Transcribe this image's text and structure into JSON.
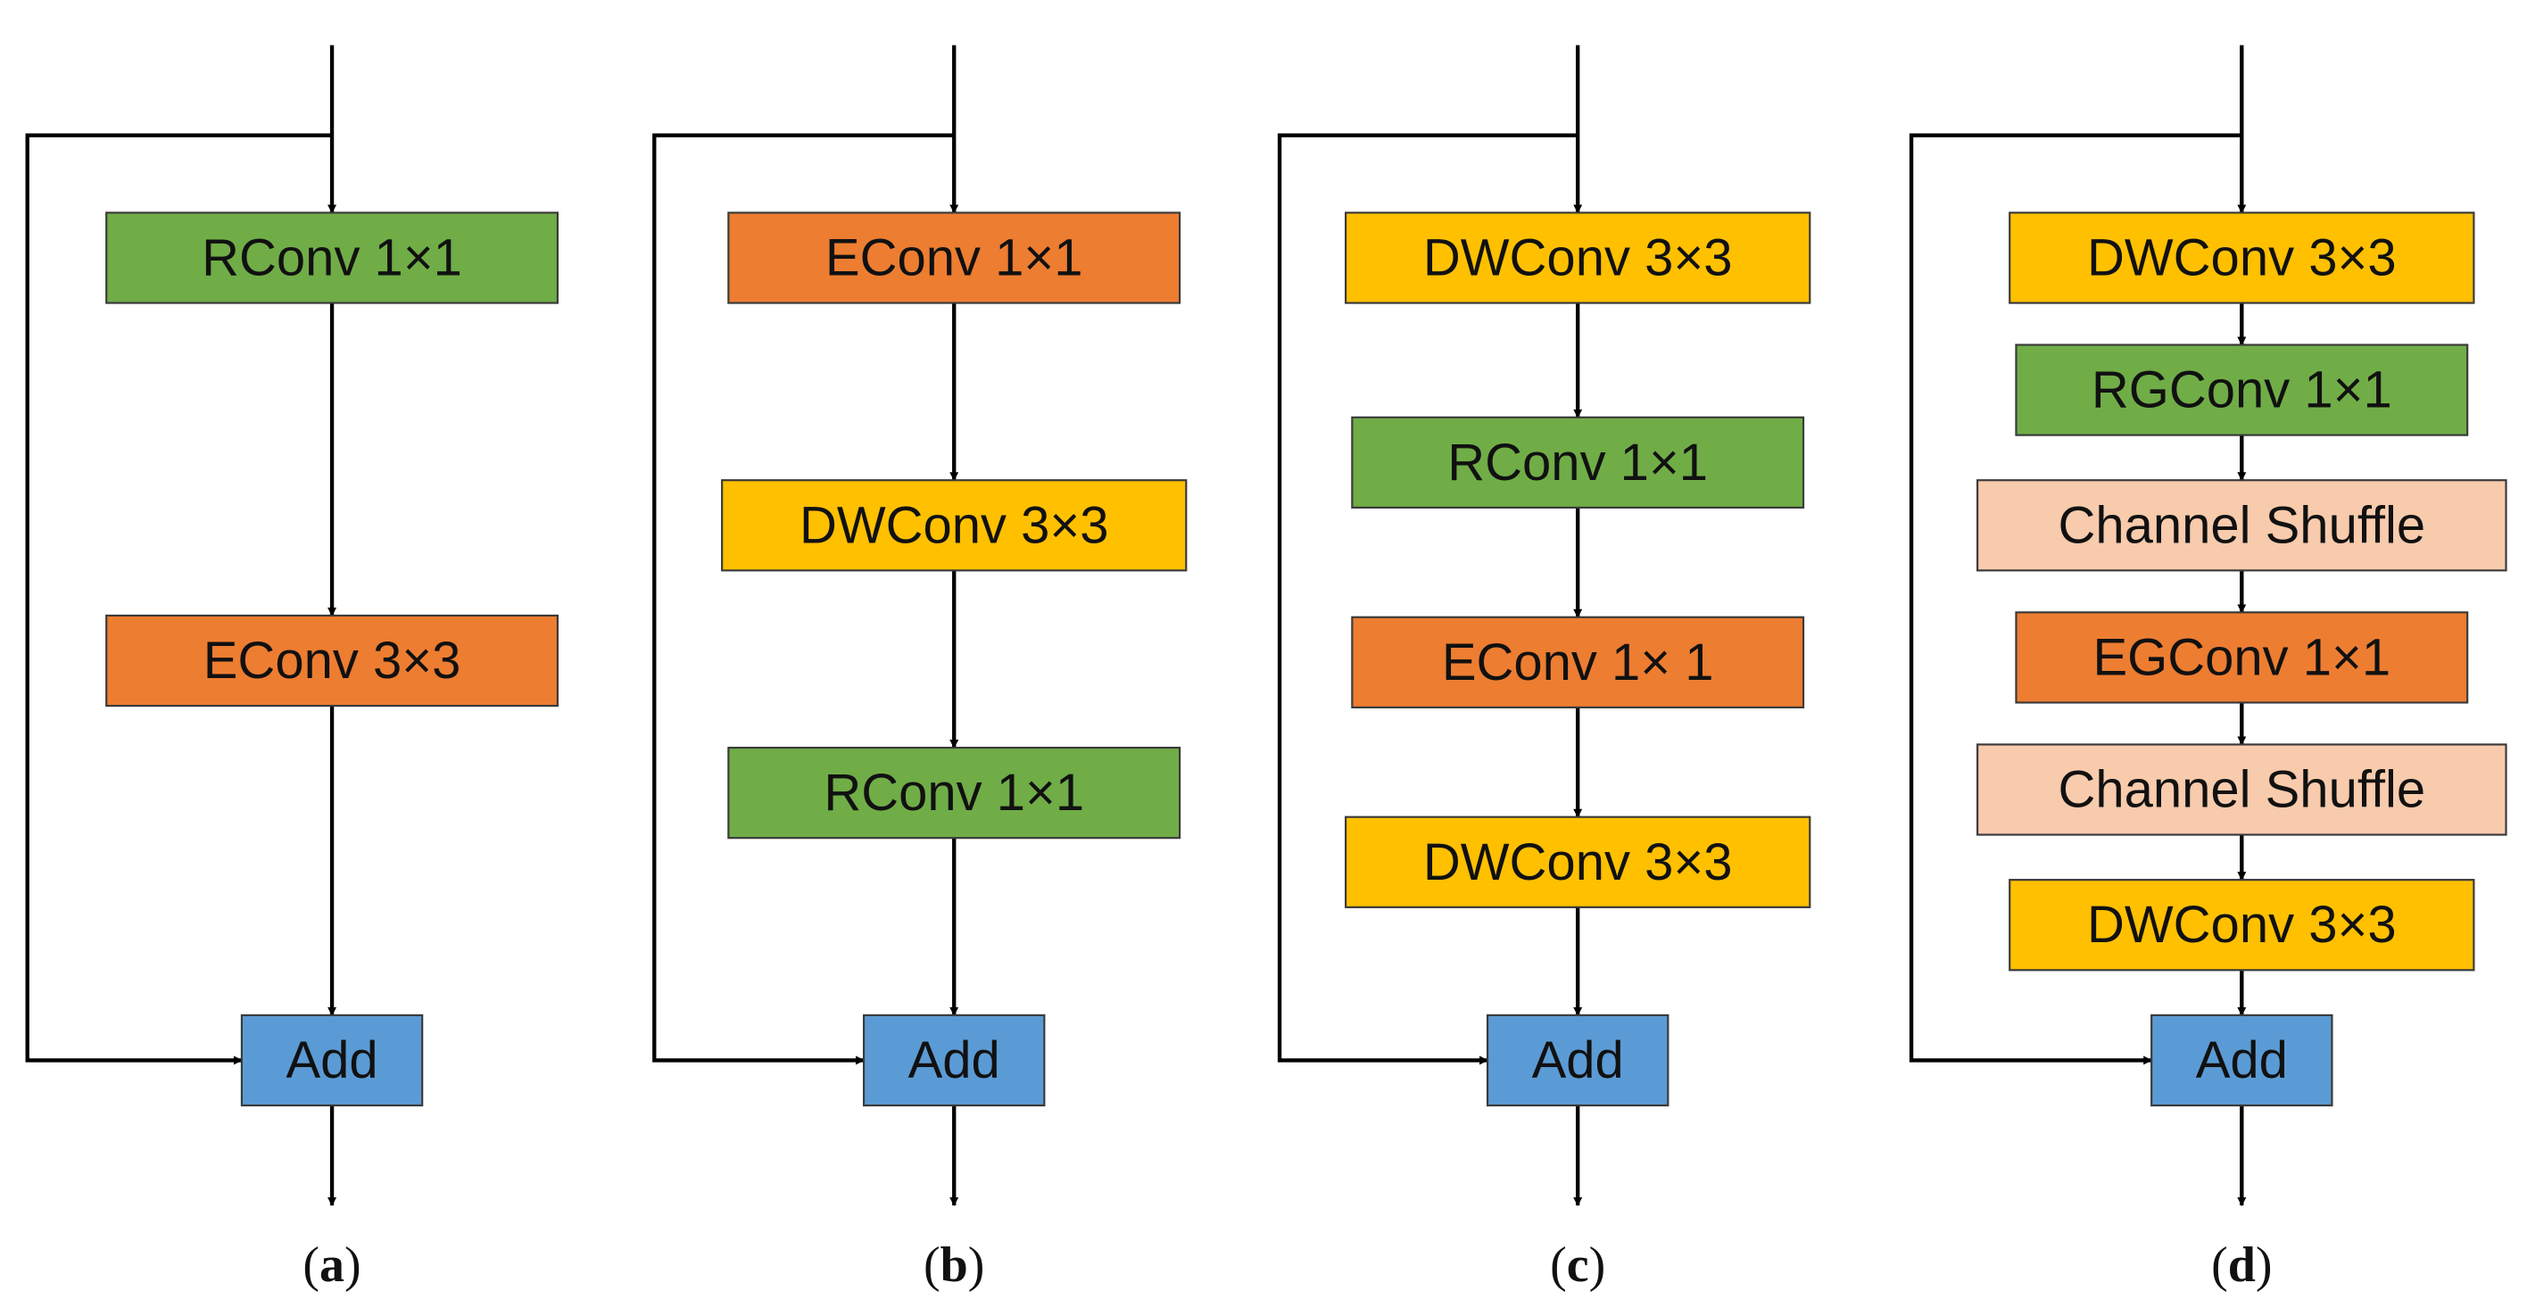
{
  "colors": {
    "green": "#70AD47",
    "orange": "#ED7D31",
    "yellow": "#FFC000",
    "peach": "#F8CBAD",
    "blue": "#5B9BD5",
    "line": "#000000"
  },
  "panels": [
    {
      "label": "a",
      "blocks": [
        {
          "text": "RConv 1×1",
          "color": "green"
        },
        {
          "text": "EConv 3×3",
          "color": "orange"
        },
        {
          "text": "Add",
          "color": "blue"
        }
      ]
    },
    {
      "label": "b",
      "blocks": [
        {
          "text": "EConv 1×1",
          "color": "orange"
        },
        {
          "text": "DWConv 3×3",
          "color": "yellow"
        },
        {
          "text": "RConv 1×1",
          "color": "green"
        },
        {
          "text": "Add",
          "color": "blue"
        }
      ]
    },
    {
      "label": "c",
      "blocks": [
        {
          "text": "DWConv 3×3",
          "color": "yellow"
        },
        {
          "text": "RConv 1×1",
          "color": "green"
        },
        {
          "text": "EConv 1× 1",
          "color": "orange"
        },
        {
          "text": "DWConv 3×3",
          "color": "yellow"
        },
        {
          "text": "Add",
          "color": "blue"
        }
      ]
    },
    {
      "label": "d",
      "blocks": [
        {
          "text": "DWConv 3×3",
          "color": "yellow"
        },
        {
          "text": "RGConv 1×1",
          "color": "green"
        },
        {
          "text": "Channel Shuffle",
          "color": "peach"
        },
        {
          "text": "EGConv 1×1",
          "color": "orange"
        },
        {
          "text": "Channel Shuffle",
          "color": "peach"
        },
        {
          "text": "DWConv 3×3",
          "color": "yellow"
        },
        {
          "text": "Add",
          "color": "blue"
        }
      ]
    }
  ]
}
